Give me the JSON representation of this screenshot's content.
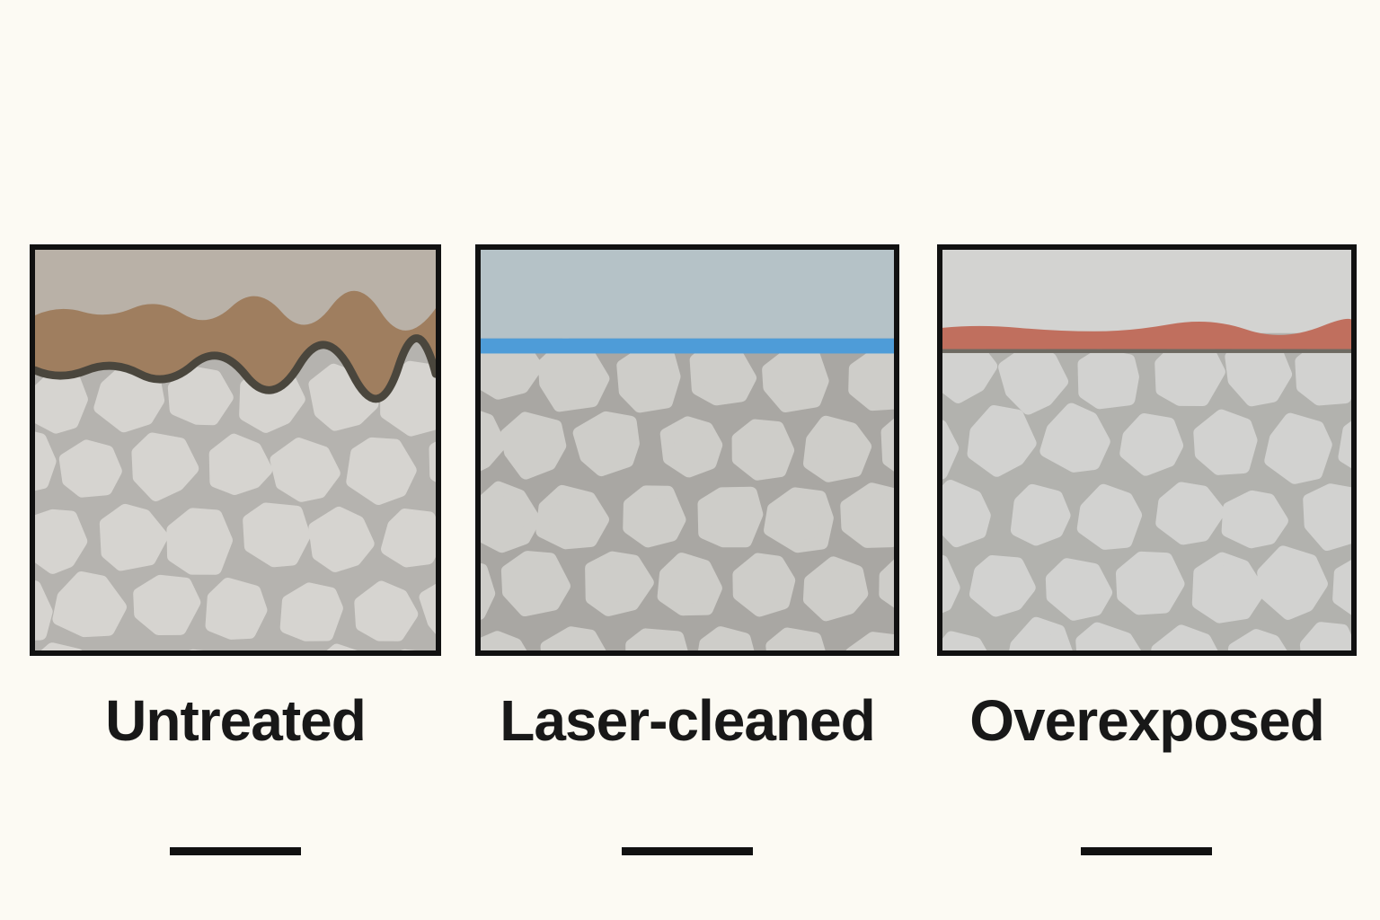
{
  "figure": {
    "background_color": "#fcfaf3",
    "frame_color": "#111111",
    "label_color": "#181818",
    "scale_bar_color": "#111111",
    "panels": [
      {
        "label": "Untreated",
        "colors": {
          "top_band": "#b9b1a7",
          "crust": "#9f7e5f",
          "interface_line": "#4a463d",
          "stone": "#d6d4d0",
          "mortar": "#b5b3af"
        }
      },
      {
        "label": "Laser-cleaned",
        "colors": {
          "top_band": "#b5c2c7",
          "laser_band": "#4e9cd8",
          "stone": "#cecdc9",
          "mortar": "#a9a7a3"
        }
      },
      {
        "label": "Overexposed",
        "colors": {
          "top_band": "#d3d3d1",
          "scorch_layer": "#c06f5e",
          "interface_line": "#6e6a62",
          "stone": "#d2d2d0",
          "mortar": "#b2b2ae"
        }
      }
    ]
  }
}
